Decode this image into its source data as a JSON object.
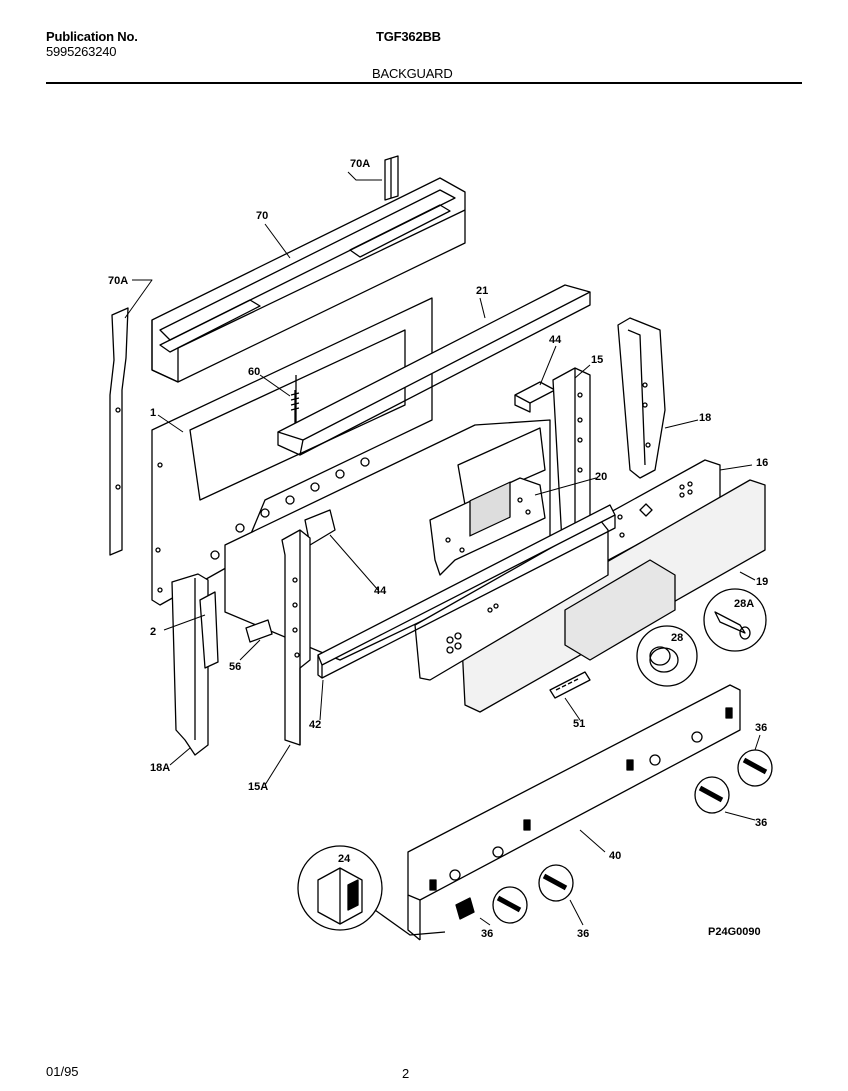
{
  "header": {
    "publication_label": "Publication No.",
    "publication_number": "5995263240",
    "model": "TGF362BB",
    "section": "BACKGUARD"
  },
  "parts": {
    "p70A_top": "70A",
    "p70": "70",
    "p70A_left": "70A",
    "p21": "21",
    "p60": "60",
    "p1": "1",
    "p44_top": "44",
    "p15": "15",
    "p18": "18",
    "p16": "16",
    "p20": "20",
    "p19": "19",
    "p44_mid": "44",
    "p28A": "28A",
    "p2": "2",
    "p28": "28",
    "p56": "56",
    "p42": "42",
    "p51": "51",
    "p36_r1": "36",
    "p18A": "18A",
    "p15A": "15A",
    "p36_r2": "36",
    "p40": "40",
    "p24": "24",
    "p36_b1": "36",
    "p36_b2": "36"
  },
  "diagram_code": "P24G0090",
  "footer": {
    "date": "01/95",
    "page": "2"
  }
}
